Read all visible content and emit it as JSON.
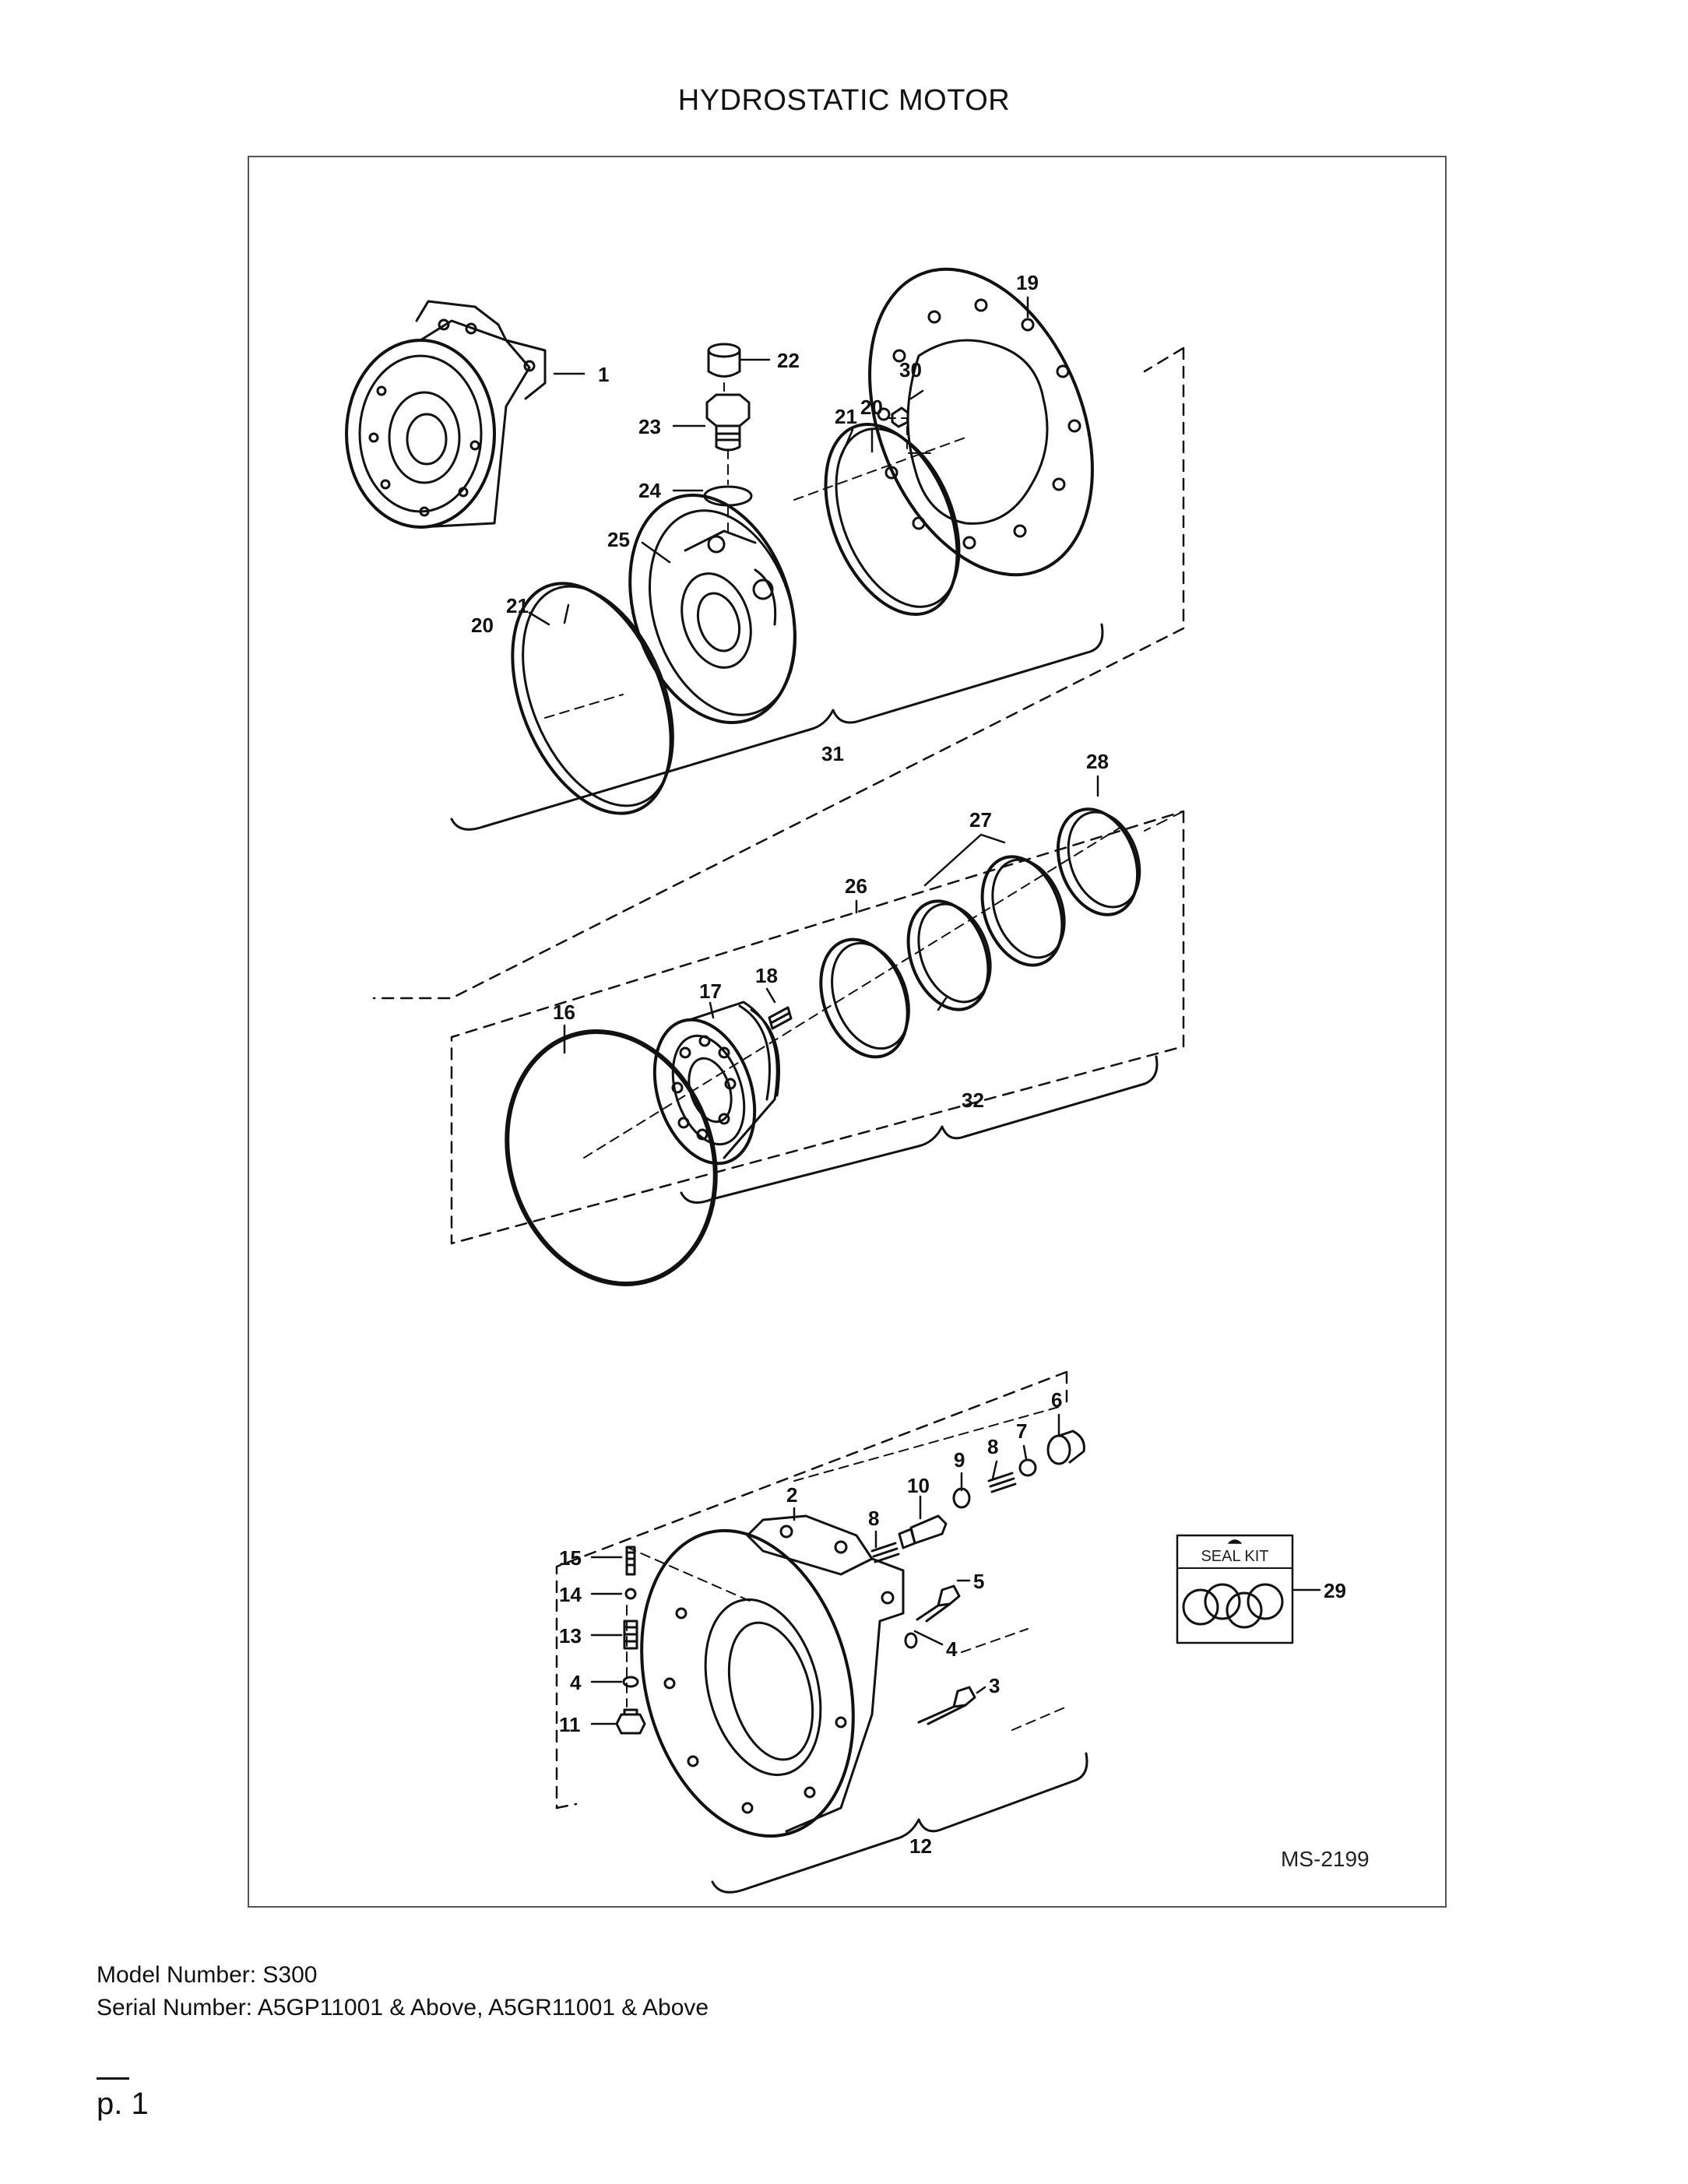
{
  "title": "HYDROSTATIC MOTOR",
  "drawing_number": "MS-2199",
  "seal_kit_label": "SEAL KIT",
  "callouts": {
    "c1": "1",
    "c2": "2",
    "c3": "3",
    "c4a": "4",
    "c4b": "4",
    "c5": "5",
    "c6": "6",
    "c7": "7",
    "c8a": "8",
    "c8b": "8",
    "c9": "9",
    "c10": "10",
    "c11": "11",
    "c12": "12",
    "c13": "13",
    "c14": "14",
    "c15": "15",
    "c16": "16",
    "c17": "17",
    "c18": "18",
    "c19": "19",
    "c20a": "20",
    "c20b": "20",
    "c21a": "21",
    "c21b": "21",
    "c22": "22",
    "c23": "23",
    "c24": "24",
    "c25": "25",
    "c26": "26",
    "c27": "27",
    "c28": "28",
    "c29": "29",
    "c30": "30",
    "c31": "31",
    "c32": "32"
  },
  "footer": {
    "model": "Model Number: S300",
    "serial": "Serial Number: A5GP11001 & Above, A5GR11001 & Above",
    "page": "p. 1"
  }
}
